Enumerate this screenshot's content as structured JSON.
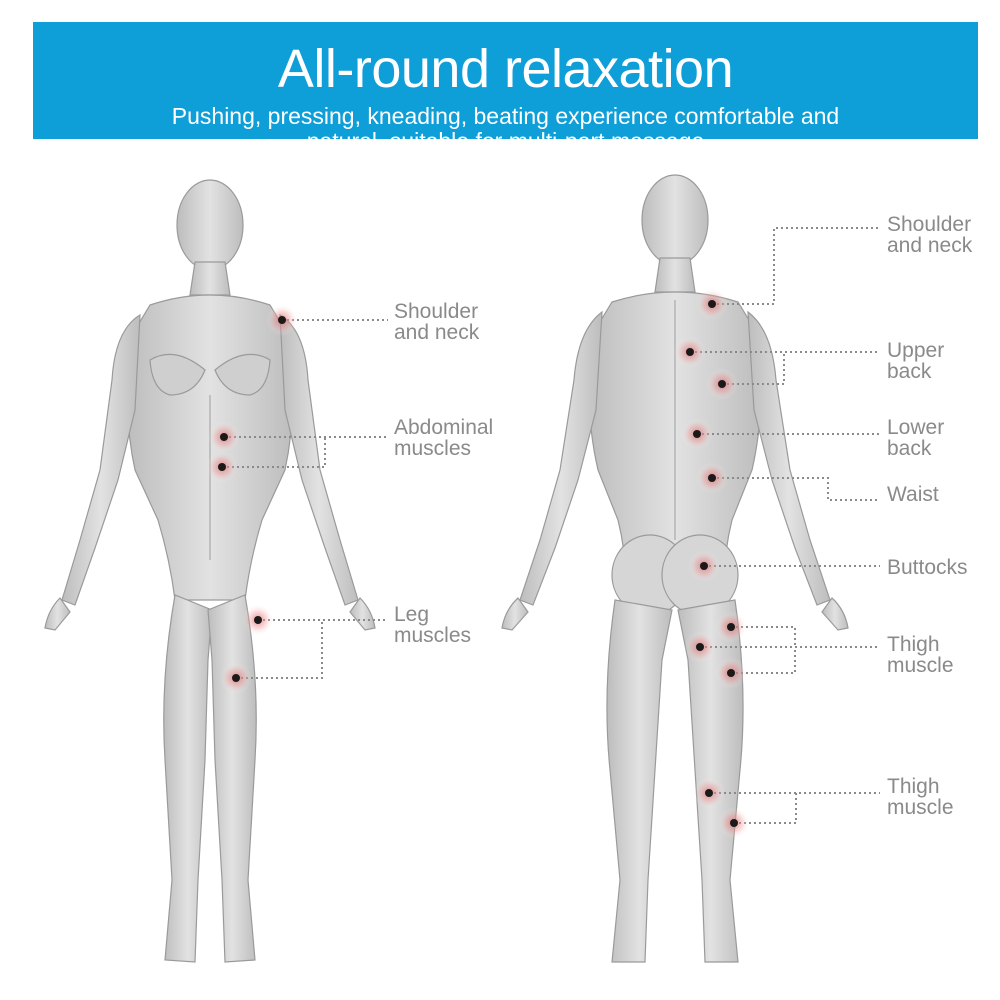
{
  "banner": {
    "title": "All-round relaxation",
    "subtitle_line1": "Pushing, pressing, kneading, beating experience comfortable and",
    "subtitle_line2": "natural, suitable for multi-part massage"
  },
  "colors": {
    "banner_bg": "#0f9fd8",
    "label_text": "#8a8a8a",
    "leader_line": "#8a8a8a",
    "point_core": "#1a1a1a",
    "point_glow": "#e25a5a",
    "body_fill": "#d9d9d9"
  },
  "front_figure": {
    "labels": {
      "shoulder_neck": "Shoulder\nand neck",
      "abdominal": "Abdominal\nmuscles",
      "leg": "Leg\nmuscles"
    }
  },
  "back_figure": {
    "labels": {
      "shoulder_neck": "Shoulder\nand neck",
      "upper_back": "Upper\nback",
      "lower_back": "Lower\nback",
      "waist": "Waist",
      "buttocks": "Buttocks",
      "thigh_1": "Thigh\nmuscle",
      "thigh_2": "Thigh\nmuscle"
    }
  }
}
